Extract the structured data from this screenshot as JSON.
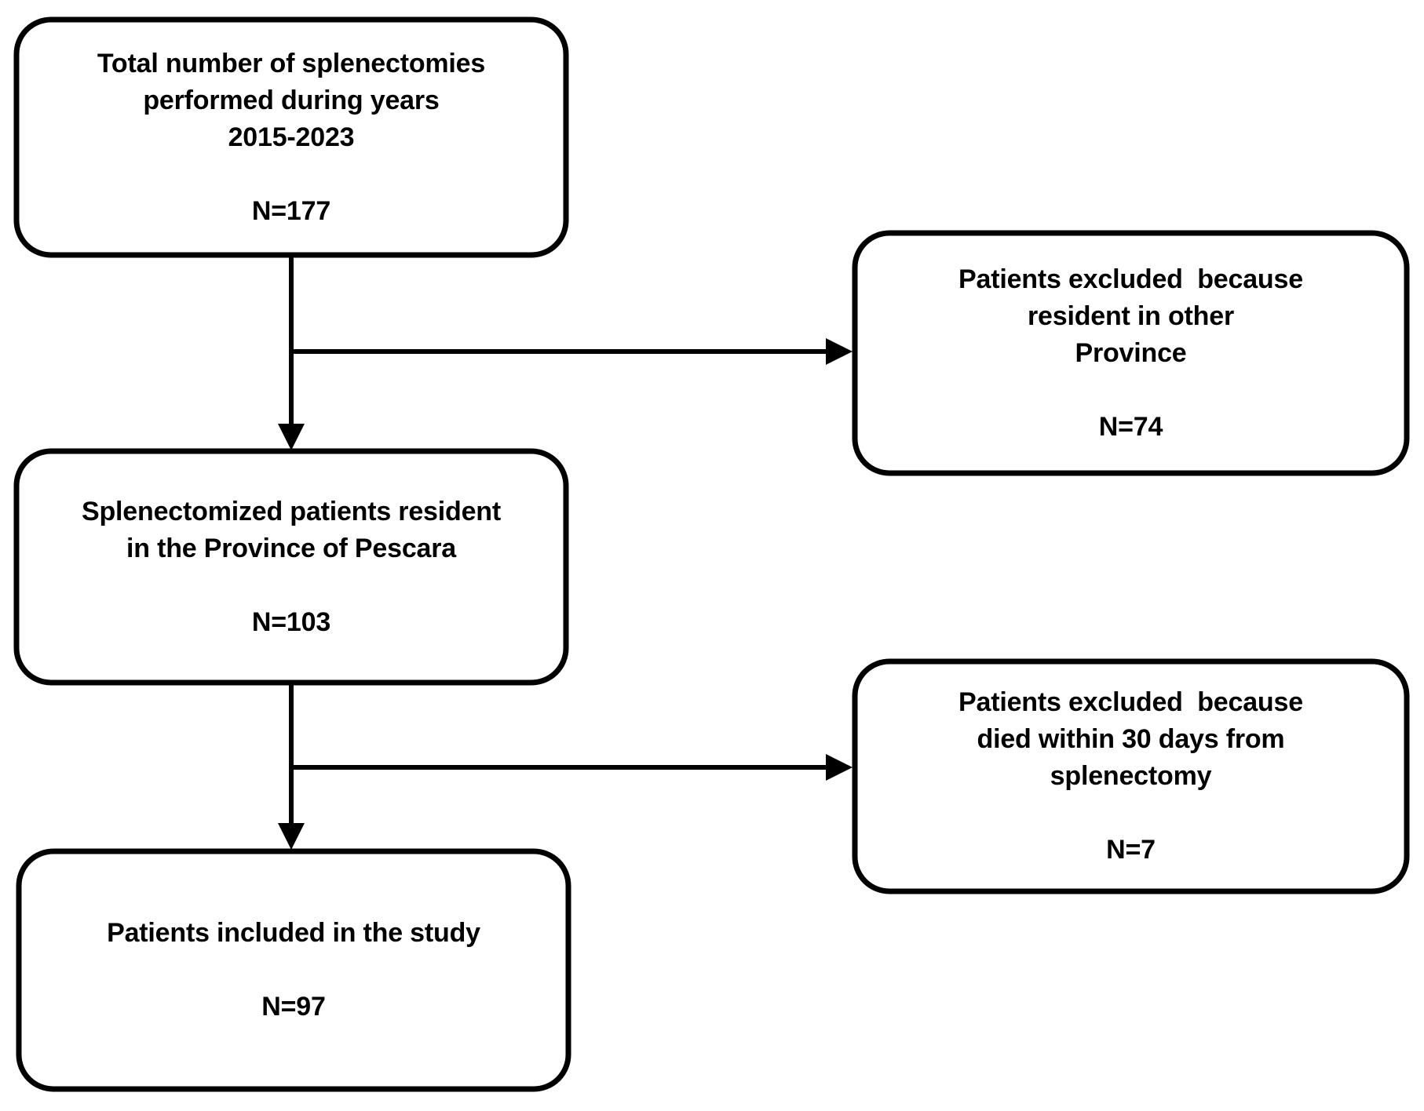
{
  "diagram": {
    "type": "flowchart",
    "title": "Patient selection flow diagram",
    "orientation": "top-to-bottom with right-side exclusion branches",
    "colors": {
      "background": "#ffffff",
      "box_stroke": "#000000",
      "box_fill": "#ffffff",
      "connector": "#000000",
      "text": "#000000"
    }
  },
  "nodes": {
    "total_splenectomies": {
      "id": "total-splenectomies",
      "label": "Total number of splenectomies\nperformed during years\n2015-2023",
      "count": "N=177",
      "count_value": 177,
      "column": "main",
      "order": 1
    },
    "excluded_other_province": {
      "id": "excluded-other-province",
      "label": "Patients excluded  because\nresident in other\nProvince",
      "count": "N=74",
      "count_value": 74,
      "column": "exclusion",
      "order": 1
    },
    "resident_pescara": {
      "id": "resident-pescara",
      "label": "Splenectomized patients resident\nin the Province of Pescara",
      "count": "N=103",
      "count_value": 103,
      "column": "main",
      "order": 2
    },
    "excluded_died_30_days": {
      "id": "excluded-died-30-days",
      "label": "Patients excluded  because\ndied within 30 days from\nsplenectomy",
      "count": "N=7",
      "count_value": 7,
      "column": "exclusion",
      "order": 2
    },
    "included_in_study": {
      "id": "included-in-study",
      "label": "Patients included in the study",
      "count": "N=97",
      "count_value": 97,
      "column": "main",
      "order": 3
    }
  },
  "edges": [
    {
      "id": "edge-total-to-pescara",
      "from": "total_splenectomies",
      "to": "resident_pescara",
      "kind": "vertical-arrow",
      "label": ""
    },
    {
      "id": "edge-total-to-excluded-province",
      "from": "total_splenectomies",
      "to": "excluded_other_province",
      "kind": "branch-arrow-right",
      "label": ""
    },
    {
      "id": "edge-pescara-to-included",
      "from": "resident_pescara",
      "to": "included_in_study",
      "kind": "vertical-arrow",
      "label": ""
    },
    {
      "id": "edge-pescara-to-excluded-died",
      "from": "resident_pescara",
      "to": "excluded_died_30_days",
      "kind": "branch-arrow-right",
      "label": ""
    }
  ]
}
